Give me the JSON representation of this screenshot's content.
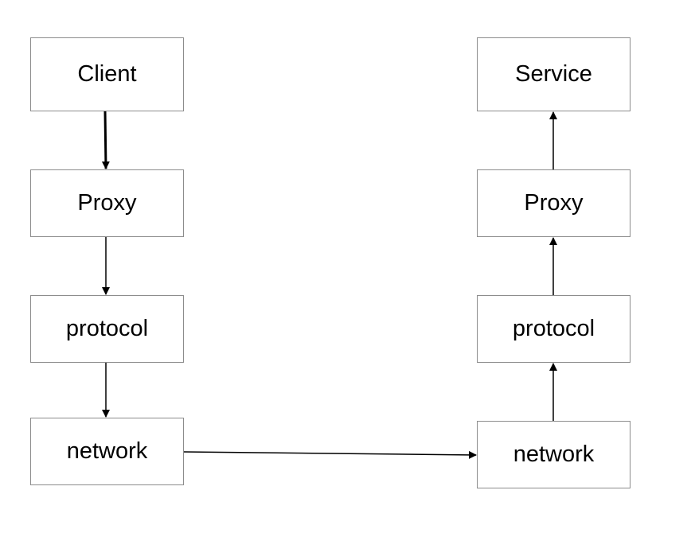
{
  "left_stack": {
    "client": "Client",
    "proxy": "Proxy",
    "protocol": "protocol",
    "network": "network"
  },
  "right_stack": {
    "service": "Service",
    "proxy": "Proxy",
    "protocol": "protocol",
    "network": "network"
  },
  "colors": {
    "box_border": "#8c8c8c",
    "arrow": "#000000",
    "text": "#000000",
    "background": "#ffffff"
  }
}
